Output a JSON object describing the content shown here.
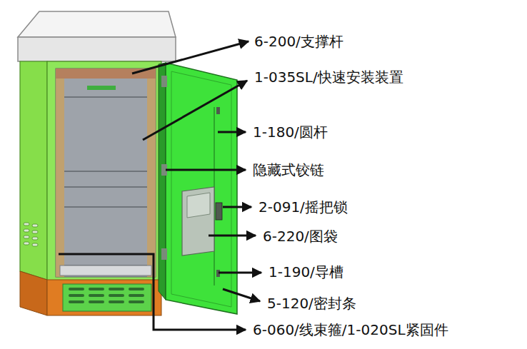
{
  "diagram": {
    "labels": [
      "6-200/支撑杆",
      "1-035SL/快速安装装置",
      "1-180/圆杆",
      "隐藏式铰链",
      "2-091/摇把锁",
      "6-220/图袋",
      "1-190/导槽",
      "5-120/密封条",
      "6-060/线束箍/1-020SL紧固件"
    ]
  }
}
